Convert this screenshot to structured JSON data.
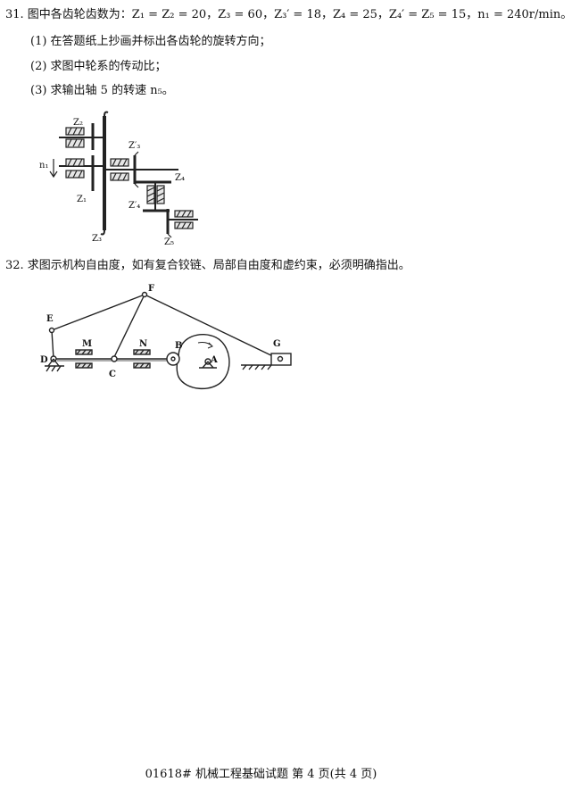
{
  "q31": {
    "text": "31. 图中各齿轮齿数为：Z₁ = Z₂ = 20，Z₃ = 60，Z₃′ = 18，Z₄ = 25，Z₄′ = Z₅ = 15，n₁ = 240r/min。",
    "sub1": "(1) 在答题纸上抄画并标出各齿轮的旋转方向；",
    "sub2": "(2) 求图中轮系的传动比；",
    "sub3": "(3) 求输出轴 5 的转速 n₅。"
  },
  "fig31": {
    "z2": "Z₂",
    "z3p": "Z′₃",
    "n1": "n₁",
    "z4": "Z₄",
    "z1": "Z₁",
    "z4p": "Z′₄",
    "z3": "Z₃",
    "z5": "Z₅"
  },
  "q32": {
    "text": "32. 求图示机构自由度，如有复合铰链、局部自由度和虚约束，必须明确指出。"
  },
  "fig32": {
    "F": "F",
    "E": "E",
    "M": "M",
    "N": "N",
    "B": "B",
    "G": "G",
    "D": "D",
    "C": "C",
    "A": "A"
  },
  "footer": {
    "text": "01618# 机械工程基础试题 第 4 页(共 4 页)"
  }
}
